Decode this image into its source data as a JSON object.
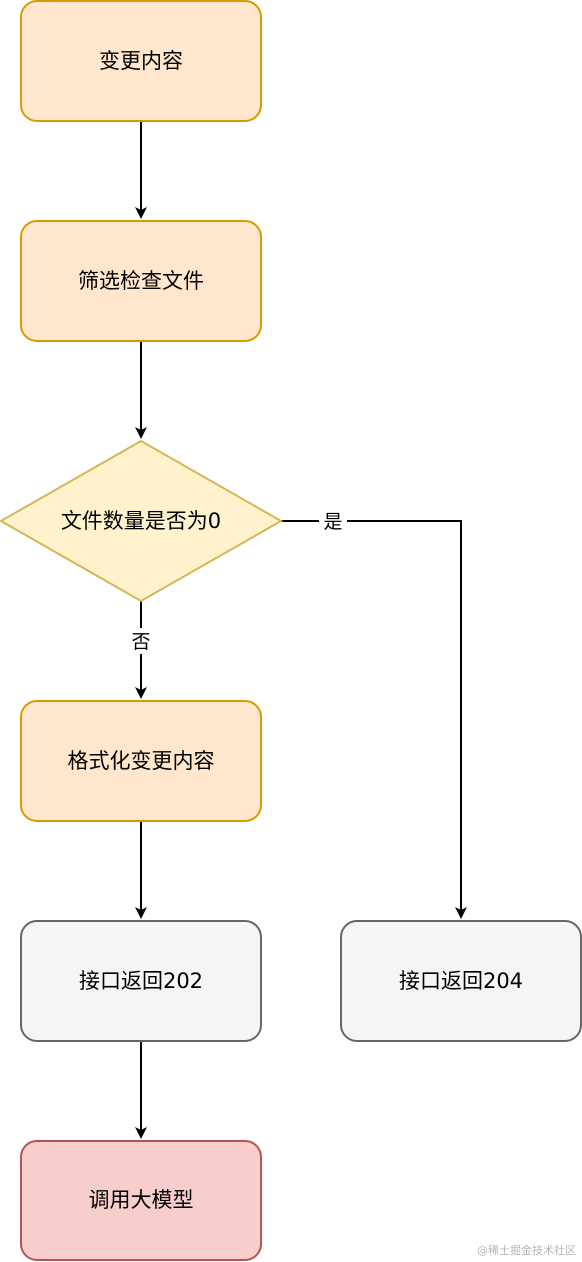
{
  "nodes": {
    "change_content": {
      "label": "变更内容",
      "fill": "#ffe6cc",
      "stroke": "#d79b00"
    },
    "filter_files": {
      "label": "筛选检查文件",
      "fill": "#ffe6cc",
      "stroke": "#d79b00"
    },
    "decision": {
      "label": "文件数量是否为0",
      "fill": "#fff2cc",
      "stroke": "#d6b656"
    },
    "format_change": {
      "label": "格式化变更内容",
      "fill": "#ffe6cc",
      "stroke": "#d79b00"
    },
    "return_202": {
      "label": "接口返回202",
      "fill": "#f5f5f5",
      "stroke": "#666666"
    },
    "return_204": {
      "label": "接口返回204",
      "fill": "#f5f5f5",
      "stroke": "#666666"
    },
    "call_model": {
      "label": "调用大模型",
      "fill": "#f8cecc",
      "stroke": "#b85450"
    }
  },
  "edges": {
    "yes_label": "是",
    "no_label": "否",
    "line_color": "#000000"
  },
  "watermark": "@稀土掘金技术社区"
}
